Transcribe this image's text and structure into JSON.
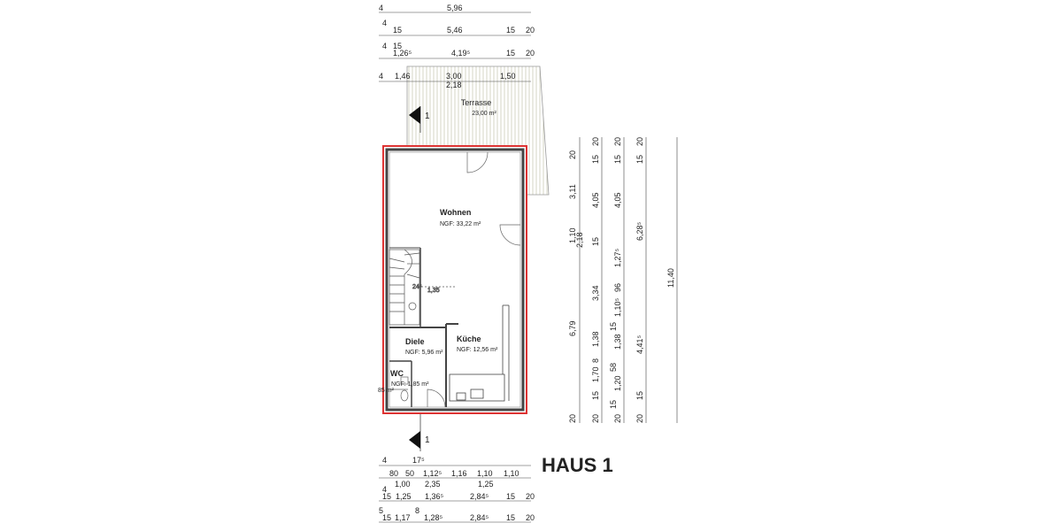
{
  "plan": {
    "title": "HAUS 1",
    "rooms": {
      "terrasse": {
        "name": "Terrasse",
        "area": "23,00 m²"
      },
      "wohnen": {
        "name": "Wohnen",
        "area": "NGF: 33,22 m²"
      },
      "diele": {
        "name": "Diele",
        "area": "NGF: 5,96 m²"
      },
      "kueche": {
        "name": "Küche",
        "area": "NGF: 12,56 m²"
      },
      "wc": {
        "name": "WC",
        "area": "NGF: 1,85 m²"
      },
      "wc_partial": "85 m²"
    },
    "section_marker": "1",
    "stair_labels": {
      "riser": "24⁵",
      "length": "1,35"
    },
    "top_dims": {
      "r1": [
        "4",
        "5,96"
      ],
      "r2": [
        "4",
        "15",
        "5,46",
        "15",
        "20"
      ],
      "r3": [
        "4",
        "15",
        "1,26⁵",
        "4,19⁵",
        "15",
        "20"
      ],
      "r4": [
        "4",
        "1,46",
        "3,00",
        "2,18",
        "1,50"
      ]
    },
    "bottom_dims": {
      "r1": [
        "4",
        "17⁵"
      ],
      "r2": [
        "80",
        "50",
        "1,12⁵",
        "1,16",
        "1,10",
        "1,10"
      ],
      "r2b": [
        "1,00",
        "2,35",
        "1,25"
      ],
      "r3": [
        "4",
        "15",
        "1,25",
        "1,36⁵",
        "2,84⁵",
        "15",
        "20"
      ],
      "r4": [
        "5",
        "15",
        "1,17",
        "8",
        "1,28⁵",
        "2,84⁵",
        "15",
        "20"
      ]
    },
    "right_dims": {
      "c1": [
        "20",
        "3,11",
        "1,10",
        "6,79",
        "20"
      ],
      "c2": [
        "20",
        "15",
        "4,05",
        "2,18",
        "15",
        "3,34",
        "1,38",
        "8",
        "1,70",
        "15",
        "20"
      ],
      "c3": [
        "20",
        "15",
        "4,05",
        "1,27⁵",
        "96",
        "1,10⁵",
        "15",
        "1,38",
        "58",
        "1,20",
        "15",
        "20"
      ],
      "c4": [
        "20",
        "15",
        "6,28⁵",
        "4,41⁵",
        "15",
        "20"
      ],
      "c5": [
        "11,40"
      ]
    }
  }
}
